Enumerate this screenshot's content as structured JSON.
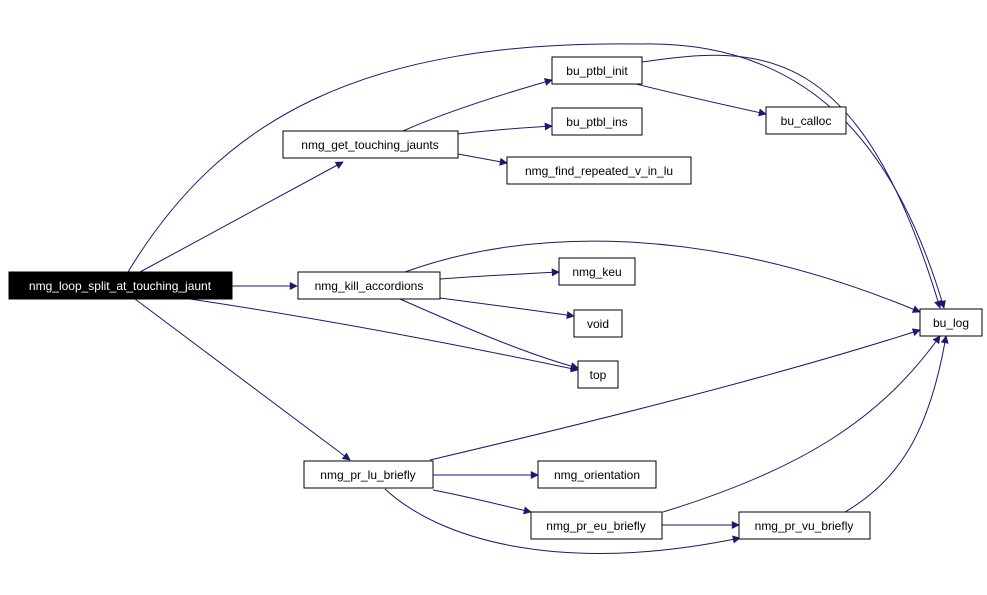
{
  "graph": {
    "colors": {
      "edge": "#191970",
      "root_fill": "#000000",
      "root_text": "#ffffff",
      "node_fill": "#ffffff",
      "node_border": "#000000"
    },
    "nodes": {
      "root": "nmg_loop_split_at_touching_jaunt",
      "get_touching_jaunts": "nmg_get_touching_jaunts",
      "kill_accordions": "nmg_kill_accordions",
      "pr_lu_briefly": "nmg_pr_lu_briefly",
      "ptbl_init": "bu_ptbl_init",
      "ptbl_ins": "bu_ptbl_ins",
      "find_repeated": "nmg_find_repeated_v_in_lu",
      "calloc": "bu_calloc",
      "keu": "nmg_keu",
      "void": "void",
      "top": "top",
      "bu_log": "bu_log",
      "orientation": "nmg_orientation",
      "pr_eu_briefly": "nmg_pr_eu_briefly",
      "pr_vu_briefly": "nmg_pr_vu_briefly"
    }
  }
}
